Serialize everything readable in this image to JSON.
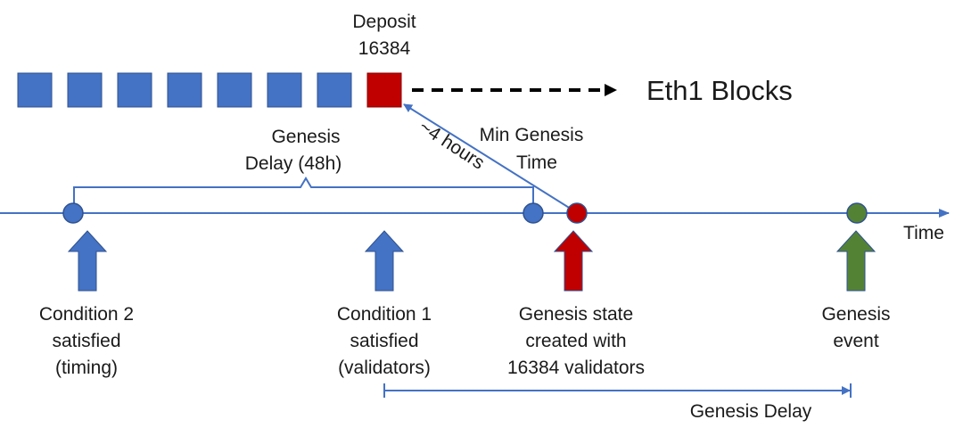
{
  "colors": {
    "block": "#4472c4",
    "block_border": "#2f528f",
    "deposit_block": "#c00000",
    "line": "#4472c4",
    "dashed": "#000000",
    "node_blue": "#4472c4",
    "node_red": "#c00000",
    "node_green": "#548235",
    "arrow_blue": "#4472c4",
    "arrow_red": "#c00000",
    "arrow_green": "#548235",
    "text": "#1a1a1a"
  },
  "eth1": {
    "block_count": 7,
    "deposit_line1": "Deposit",
    "deposit_line2": "16384",
    "chain_label": "Eth1 Blocks"
  },
  "timeline": {
    "axis_label": "Time"
  },
  "brace": {
    "line1": "Genesis",
    "line2": "Delay (48h)"
  },
  "offset": {
    "label": "~4 hours"
  },
  "min_genesis": {
    "line1": "Min Genesis",
    "line2": "Time"
  },
  "markers": {
    "condition2": {
      "line1": "Condition 2",
      "line2": "satisfied",
      "line3": "(timing)"
    },
    "condition1": {
      "line1": "Condition 1",
      "line2": "satisfied",
      "line3": "(validators)"
    },
    "genesis_state": {
      "line1": "Genesis state",
      "line2": "created with",
      "line3": "16384 validators"
    },
    "genesis_event": {
      "line1": "Genesis",
      "line2": "event"
    }
  },
  "genesis_delay": {
    "label": "Genesis Delay"
  }
}
